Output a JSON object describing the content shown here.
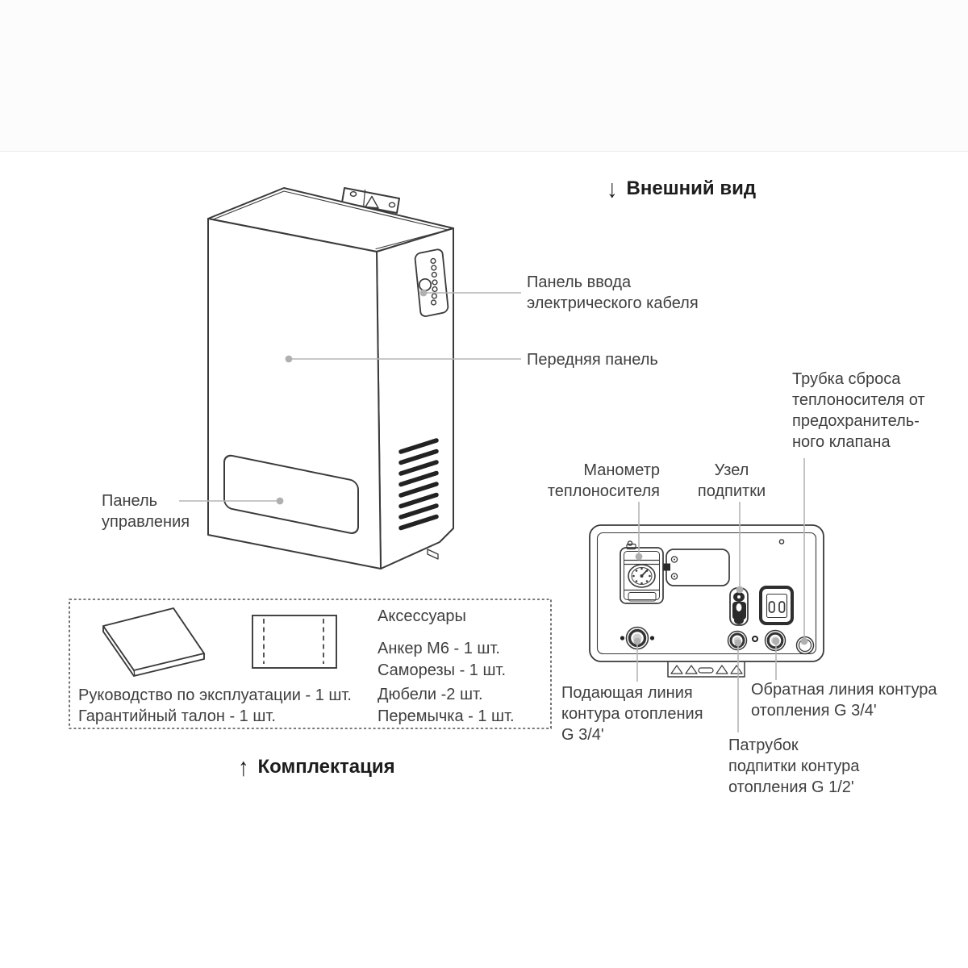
{
  "colors": {
    "ink": "#3a3a3a",
    "leader": "#b5b5b5",
    "text": "#3f3f3f",
    "heading": "#1d1d1d",
    "background": "#ffffff"
  },
  "external_view": {
    "heading": "Внешний вид",
    "heading_arrow": "↓",
    "labels": {
      "cable_panel": [
        "Панель ввода",
        "электрического кабеля"
      ],
      "front_panel": "Передняя панель",
      "control_panel": [
        "Панель",
        "управления"
      ]
    }
  },
  "bottom_view": {
    "labels": {
      "relief_tube": [
        "Трубка сброса",
        "теплоносителя от",
        "предохранитель-",
        "ного клапана"
      ],
      "manometer": [
        "Манометр",
        "теплоносителя"
      ],
      "makeup_unit": [
        "Узел",
        "подпитки"
      ],
      "supply_line": [
        "Подающая линия",
        "контура отопления",
        "G 3/4'"
      ],
      "return_line": [
        "Обратная линия контура",
        "отопления G 3/4'"
      ],
      "makeup_pipe": [
        "Патрубок",
        "подпитки контура",
        "отопления G 1/2'"
      ]
    }
  },
  "package_contents": {
    "heading": "Комплектация",
    "heading_arrow": "↑",
    "documents": [
      "Руководство по эксплуатации - 1 шт.",
      "Гарантийный талон - 1 шт."
    ],
    "accessories_title": "Аксессуары",
    "accessories": [
      "Анкер М6 - 1 шт.",
      "Саморезы - 1 шт.",
      "Дюбели -2 шт.",
      "Перемычка - 1 шт."
    ],
    "icons": {
      "manual": "book-icon",
      "jumper_pack": "package-icon"
    }
  }
}
